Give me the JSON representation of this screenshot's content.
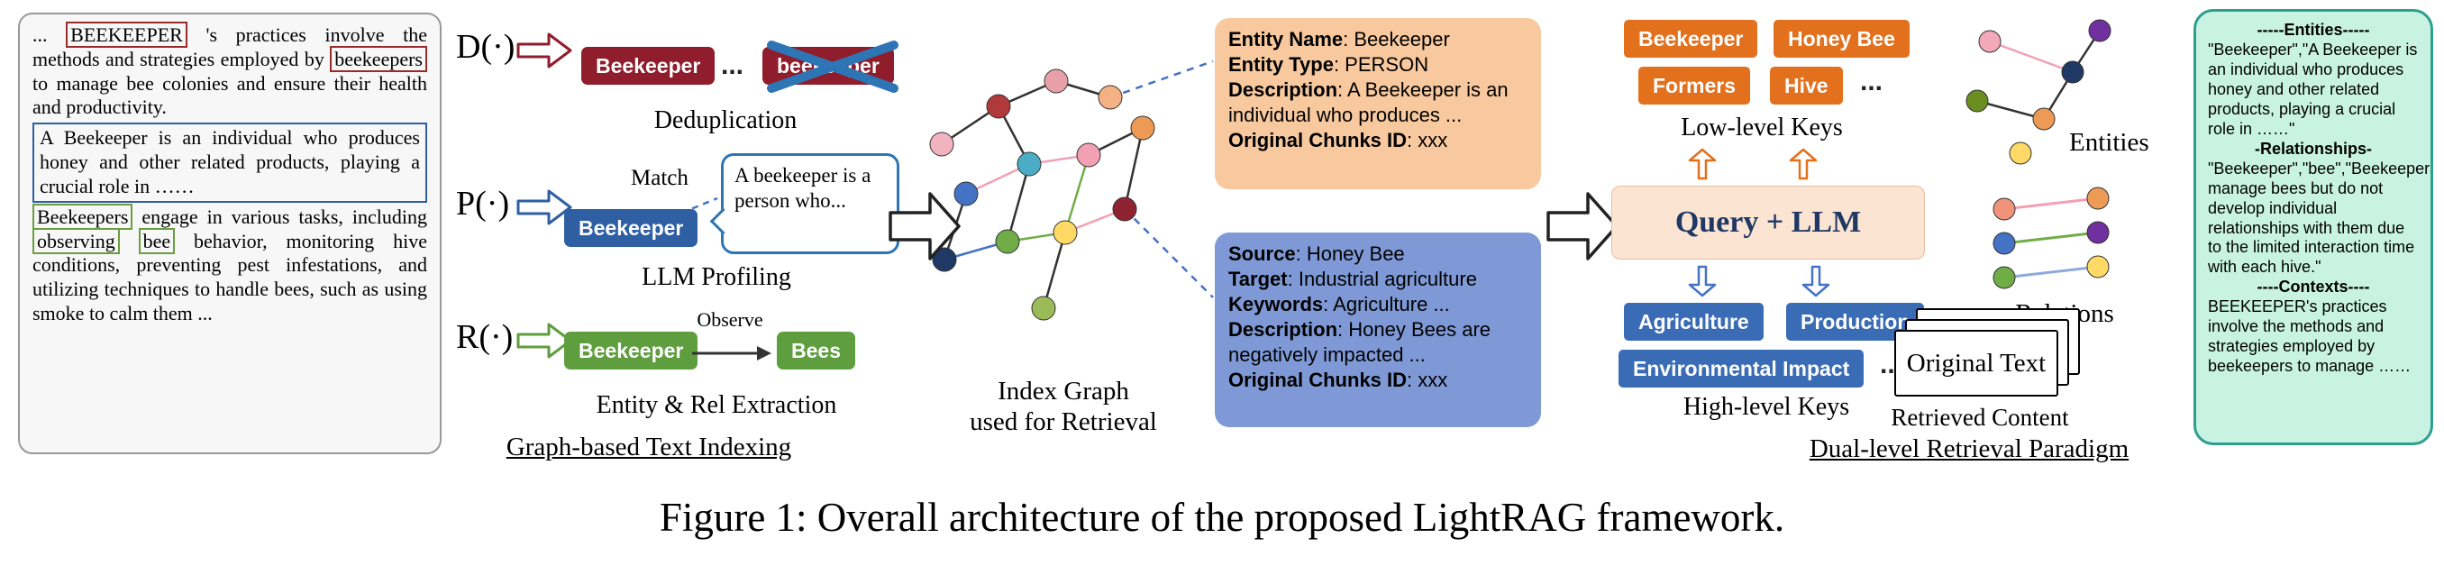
{
  "colors": {
    "dark_red": "#8f1d2c",
    "blue": "#2e5fa3",
    "green": "#5f9e3e",
    "orange": "#e2701c",
    "key_blue": "#3a6cb5",
    "query_bg": "#fce4d3",
    "entity_card_bg": "#f8c99e",
    "relation_card_bg": "#7e99d6",
    "output_card_bg": "#c8f3e3"
  },
  "panel": {
    "prefix": "... ",
    "red1": "BEEKEEPER",
    "mid1": " 's practices involve the methods and strategies employed by ",
    "red2": "beekeepers",
    "mid2": " to manage bee colonies and ensure their health and productivity. ",
    "blue_box": "A Beekeeper is an individual who produces honey and other related products, playing a crucial role in ……",
    "green1": "Beekeepers",
    "mid3": " engage in various tasks, including ",
    "green2": "observing",
    "space": " ",
    "green3": "bee",
    "tail": " behavior, monitoring hive conditions, preventing pest infestations, and utilizing techniques to handle bees, such as using smoke to calm them ..."
  },
  "ops": {
    "dedup": "D(·)",
    "profile": "P(·)",
    "extract": "R(·)"
  },
  "dedup": {
    "chip1": "Beekeeper",
    "dots": "...",
    "chip2": "beekeeper",
    "label": "Deduplication"
  },
  "profiling": {
    "match": "Match",
    "chip": "Beekeeper",
    "bubble": "A beekeeper is a person who...",
    "label": "LLM Profiling"
  },
  "extraction": {
    "chip1": "Beekeeper",
    "edge": "Observe",
    "chip2": "Bees",
    "label": "Entity & Rel Extraction"
  },
  "indexing_section_label": "Graph-based Text Indexing",
  "index_graph": {
    "label_line1": "Index Graph",
    "label_line2": "used for Retrieval"
  },
  "entity_card": {
    "rows": [
      {
        "label": "Entity Name",
        "value": ":  Beekeeper"
      },
      {
        "label": "Entity Type",
        "value": ": PERSON"
      },
      {
        "label": "Description",
        "value": ": A Beekeeper is an individual who produces ..."
      },
      {
        "label": "Original Chunks ID",
        "value": ": xxx"
      }
    ]
  },
  "relation_card": {
    "rows": [
      {
        "label": "Source",
        "value": ": Honey Bee"
      },
      {
        "label": "Target",
        "value": ": Industrial agriculture"
      },
      {
        "label": "Keywords",
        "value": ": Agriculture ..."
      },
      {
        "label": "Description",
        "value": ": Honey Bees are negatively impacted ..."
      },
      {
        "label": "Original Chunks ID",
        "value": ": xxx"
      }
    ]
  },
  "keys": {
    "low": [
      "Beekeeper",
      "Honey Bee",
      "Formers",
      "Hive"
    ],
    "low_dots": "...",
    "low_label": "Low-level Keys",
    "query": "Query + LLM",
    "high": [
      "Agriculture",
      "Production",
      "Environmental Impact"
    ],
    "high_dots": "...",
    "high_label": "High-level Keys"
  },
  "retrieval": {
    "entities_label": "Entities",
    "relations_label": "Relations",
    "original_text": "Original Text",
    "retrieved_content": "Retrieved Content",
    "section_label": "Dual-level Retrieval Paradigm"
  },
  "output": {
    "entities_header": "-----Entities-----",
    "entities_text": "\"Beekeeper\",\"A Beekeeper is an individual who produces honey and other related products, playing a crucial role in ……\"",
    "relationships_header": "-Relationships-",
    "relationships_text": "\"Beekeeper\",\"bee\",\"Beekeepers manage bees but do not develop individual relationships with them due to the limited interaction time with each hive.\"",
    "contexts_header": "----Contexts----",
    "contexts_text": "BEEKEEPER's practices involve the methods and strategies employed by beekeepers to manage ……"
  },
  "figure": {
    "caption": "Figure 1: Overall architecture of the proposed LightRAG framework."
  }
}
